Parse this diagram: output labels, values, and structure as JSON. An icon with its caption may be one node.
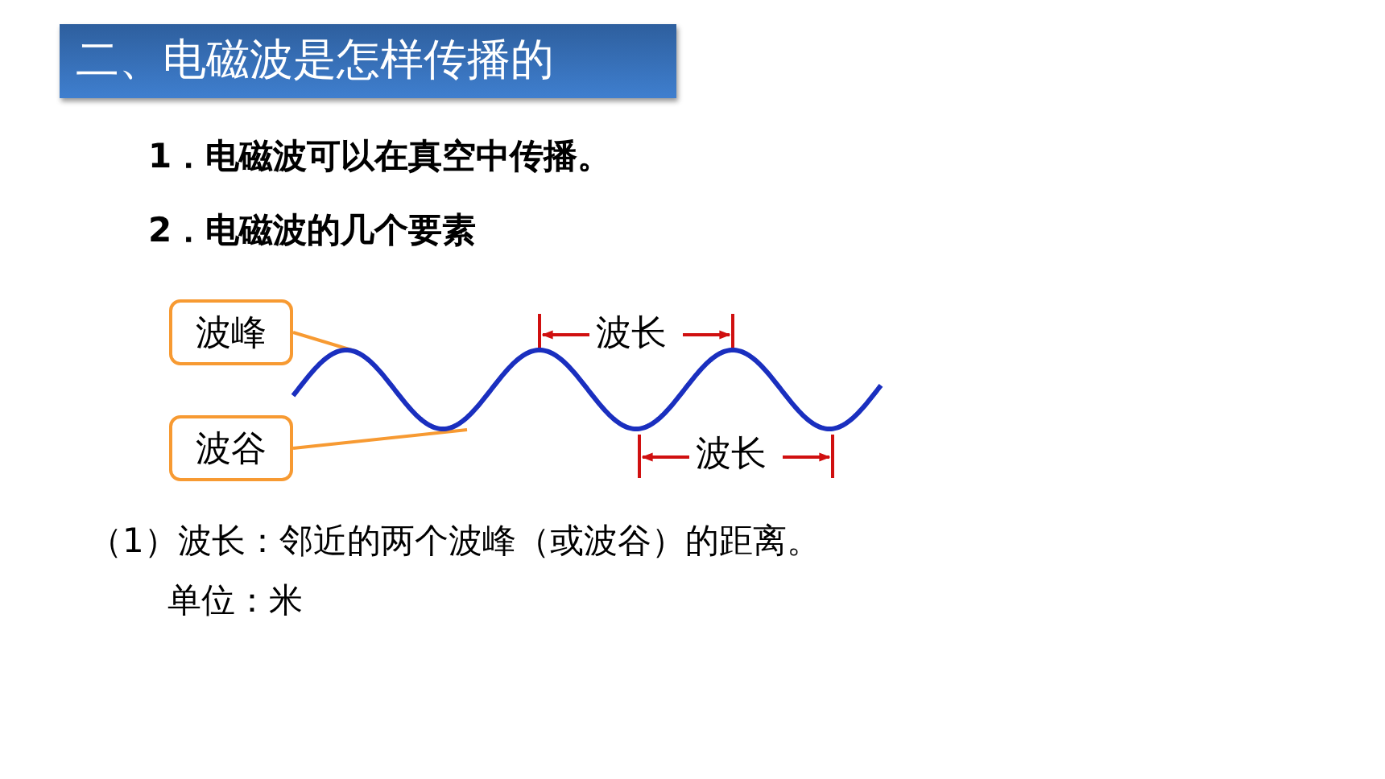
{
  "diagram": {
    "title": "二、电磁波是怎样传播的",
    "nodes": [
      {
        "text": [
          "波峰"
        ]
      },
      {
        "text": [
          "波谷"
        ]
      },
      {
        "text": [],
        "shape": "picture"
      }
    ],
    "edges": [
      {
        "from": 0,
        "to": 2,
        "arrow": "none"
      },
      {
        "from": 1,
        "to": 2,
        "arrow": "none"
      }
    ],
    "labels": [
      "1．电磁波可以在真空中传播。",
      "2．电磁波的几个要素",
      "波长",
      "波长",
      "（1）波长：邻近的两个波峰（或波谷）的距离。",
      "单位：米"
    ]
  }
}
